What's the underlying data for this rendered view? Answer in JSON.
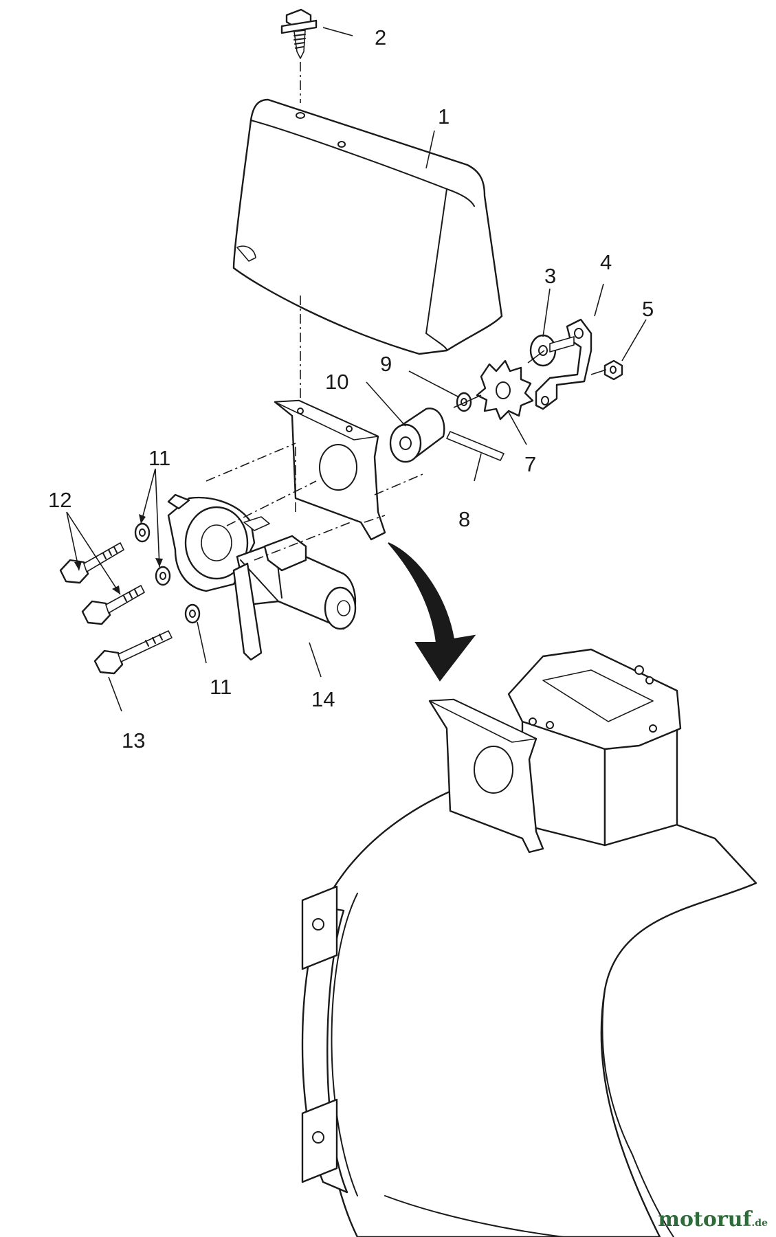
{
  "diagram": {
    "callouts": [
      {
        "id": "c1",
        "label": "1"
      },
      {
        "id": "c2",
        "label": "2"
      },
      {
        "id": "c3",
        "label": "3"
      },
      {
        "id": "c4",
        "label": "4"
      },
      {
        "id": "c5",
        "label": "5"
      },
      {
        "id": "c7",
        "label": "7"
      },
      {
        "id": "c8",
        "label": "8"
      },
      {
        "id": "c9",
        "label": "9"
      },
      {
        "id": "c10",
        "label": "10"
      },
      {
        "id": "c11a",
        "label": "11"
      },
      {
        "id": "c11b",
        "label": "11"
      },
      {
        "id": "c12",
        "label": "12"
      },
      {
        "id": "c13",
        "label": "13"
      },
      {
        "id": "c14",
        "label": "14"
      }
    ]
  },
  "watermark": {
    "text": "motoruf",
    "suffix": ".de",
    "color": "#2f6b3a"
  }
}
